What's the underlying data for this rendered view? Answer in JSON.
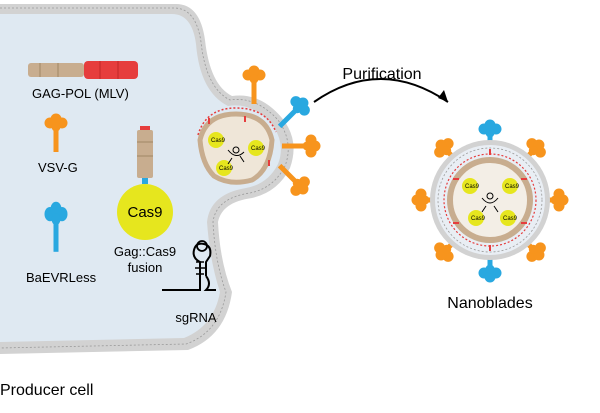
{
  "labels": {
    "gag_pol": "GAG-POL (MLV)",
    "vsvg": "VSV-G",
    "baevrless": "BaEVRLess",
    "cas9": "Cas9",
    "gag_cas9_line1": "Gag::Cas9",
    "gag_cas9_line2": "fusion",
    "sgrna": "sgRNA",
    "purification": "Purification",
    "nanoblades": "Nanoblades",
    "producer_cell": "Producer cell",
    "cas9_small": "Cas9"
  },
  "colors": {
    "cell_fill": "#dfe9f2",
    "membrane": "#d2d2d2",
    "vsvg_orange": "#f7941d",
    "baev_blue": "#29a8e0",
    "cas9_yellow": "#e6e61e",
    "gag_tan": "#c8ad8f",
    "pol_red": "#e63d3d"
  }
}
